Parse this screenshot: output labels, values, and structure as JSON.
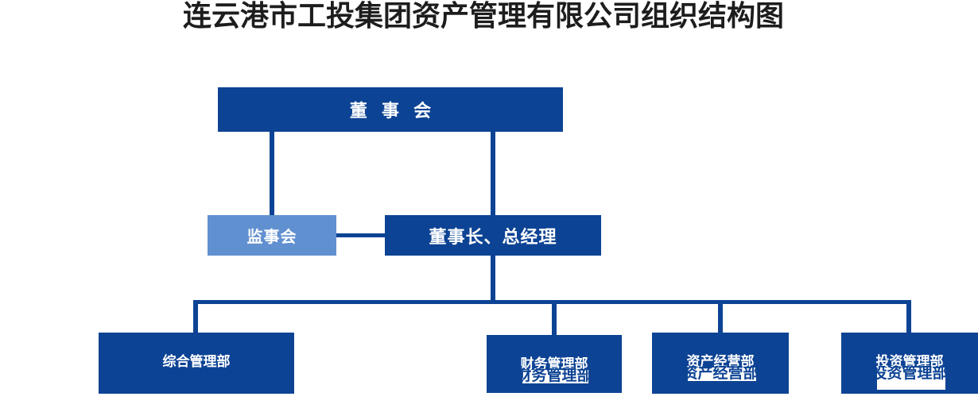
{
  "title": "连云港市工投集团资产管理有限公司组织结构图",
  "colors": {
    "primary": "#0d4394",
    "secondary": "#6190d0",
    "title_text": "#1d1d1d",
    "box_text": "#ffffff",
    "background": "#ffffff"
  },
  "nodes": {
    "board": "董 事 会",
    "supervisor": "监事会",
    "chairman": "董事长、总经理"
  },
  "departments": [
    {
      "label": "综合管理部",
      "overlay_label": "综合管理部"
    },
    {
      "label": "财务管理部",
      "overlay_label": "财务管理部"
    },
    {
      "label": "资产经营部",
      "overlay_label": "资产经营部"
    },
    {
      "label": "投资管理部",
      "overlay_label": "投资管理部"
    }
  ]
}
